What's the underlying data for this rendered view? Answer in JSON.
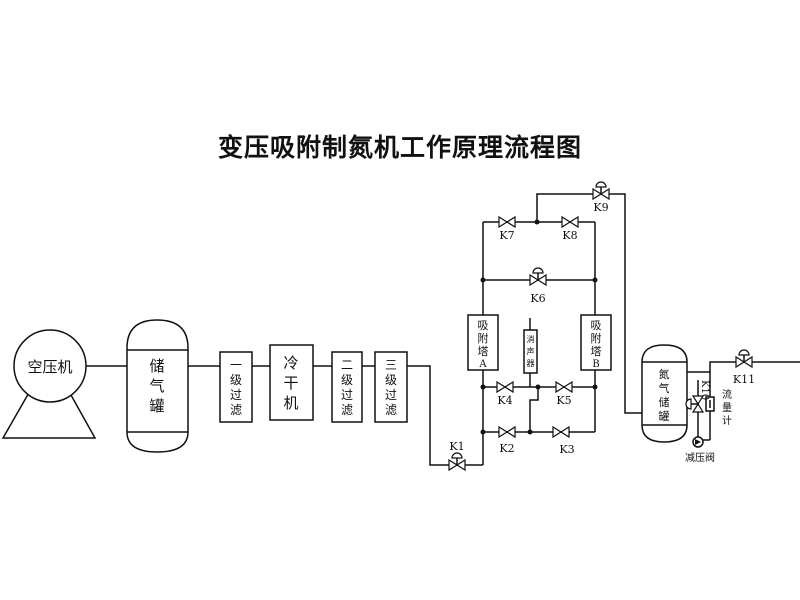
{
  "title": "变压吸附制氮机工作原理流程图",
  "equipment": {
    "compressor": "空压机",
    "air_tank": [
      "储",
      "气",
      "罐"
    ],
    "filter_1": [
      "一",
      "级",
      "过",
      "滤"
    ],
    "dryer": [
      "冷",
      "干",
      "机"
    ],
    "filter_2": [
      "二",
      "级",
      "过",
      "滤"
    ],
    "filter_3": [
      "三",
      "级",
      "过",
      "滤"
    ],
    "tower_a": [
      "吸",
      "附",
      "塔",
      "A"
    ],
    "tower_b": [
      "吸",
      "附",
      "塔",
      "B"
    ],
    "silencer": [
      "消",
      "声",
      "器"
    ],
    "n2_tank": [
      "氮",
      "气",
      "储",
      "罐"
    ],
    "flowmeter": [
      "流",
      "量",
      "计"
    ],
    "pressure_reducer": "减压阀"
  },
  "valves": {
    "k1": "K1",
    "k2": "K2",
    "k3": "K3",
    "k4": "K4",
    "k5": "K5",
    "k6": "K6",
    "k7": "K7",
    "k8": "K8",
    "k9": "K9",
    "k10": "K10",
    "k11": "K11"
  }
}
